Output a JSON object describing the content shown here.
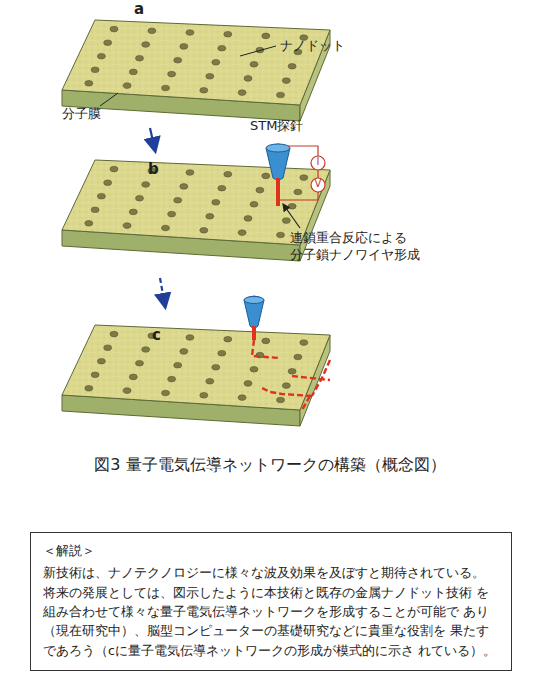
{
  "diagram": {
    "caption": "図3 量子電気伝導ネットワークの構築（概念図）",
    "nodes": [
      {
        "text": [
          "＜解説＞",
          "新技術は、ナノテクノロジーに様々な波及効果を及ぼすと期待されている。 将来の発展としては、図示したように本技術と既存の金属ナノドット技術 を組み合わせて様々な量子電気伝導ネットワークを形成することが可能で あり（現在研究中）、脳型コンピューターの基礎研究などに貴重な役割を 果たすであろう（cに量子電気伝導ネットワークの形成が模式的に示さ れている）。"
        ]
      }
    ],
    "edges": [],
    "labels": [
      "a",
      "ナノドット",
      "分子膜",
      "STM探針",
      "I",
      "V",
      "b",
      "連鎖重合反応による 分子鎖ナノワイヤ形成",
      "c"
    ]
  }
}
